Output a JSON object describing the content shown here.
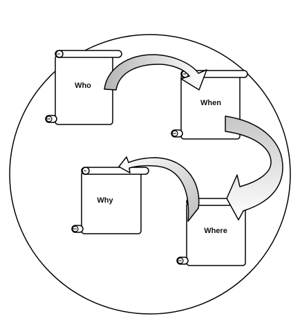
{
  "diagram": {
    "scrolls": [
      {
        "id": "who",
        "label": "Who"
      },
      {
        "id": "when",
        "label": "When"
      },
      {
        "id": "where",
        "label": "Where"
      },
      {
        "id": "why",
        "label": "Why"
      }
    ],
    "arrows": [
      {
        "from": "who",
        "to": "when"
      },
      {
        "from": "when",
        "to": "where"
      },
      {
        "from": "where",
        "to": "why"
      }
    ]
  },
  "colors": {
    "outline": "#000000",
    "arrow_fill_dark": "#bfbfbf",
    "arrow_fill_light": "#ffffff",
    "paper": "#ffffff"
  }
}
